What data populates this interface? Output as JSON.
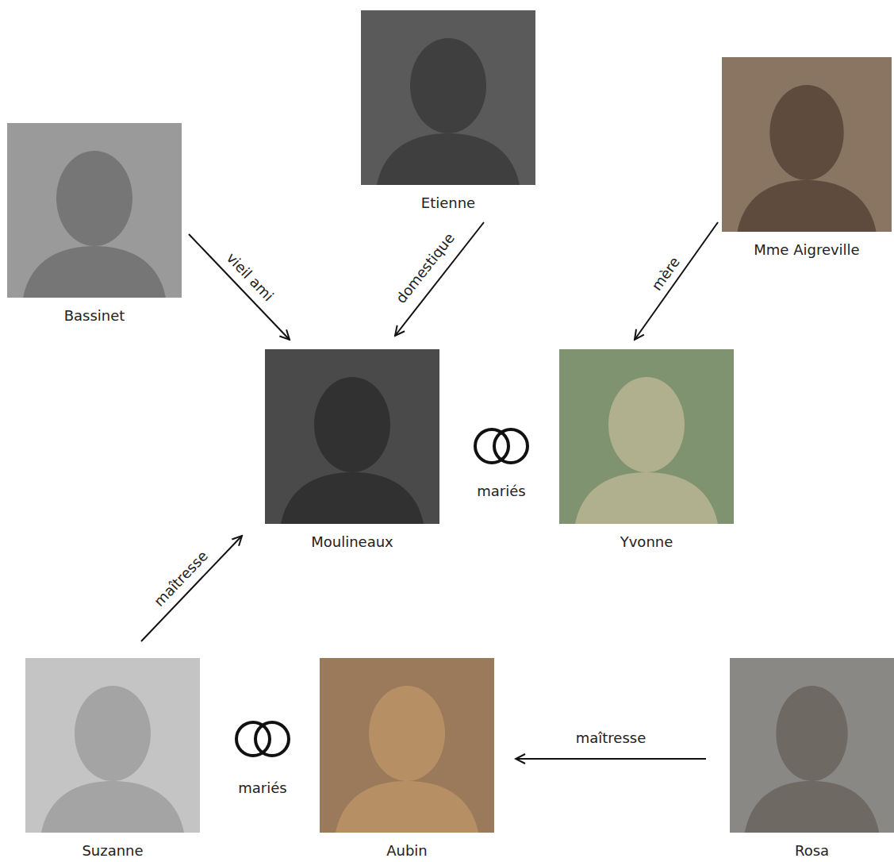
{
  "diagram": {
    "nodes": [
      {
        "text": [
          "Etienne"
        ]
      },
      {
        "text": [
          "Mme Aigreville"
        ]
      },
      {
        "text": [
          "Bassinet"
        ]
      },
      {
        "text": [
          "Moulineaux"
        ]
      },
      {
        "text": [
          "Yvonne"
        ]
      },
      {
        "text": [
          "Suzanne"
        ]
      },
      {
        "text": [
          "Aubin"
        ]
      },
      {
        "text": [
          "Rosa"
        ]
      }
    ],
    "edges": [
      {
        "from": 2,
        "to": 3,
        "label": "vieil ami",
        "arrow": "to"
      },
      {
        "from": 0,
        "to": 3,
        "label": "domestique",
        "arrow": "to"
      },
      {
        "from": 1,
        "to": 4,
        "label": "mère",
        "arrow": "to"
      },
      {
        "from": 5,
        "to": 3,
        "label": "maîtresse",
        "arrow": "to"
      },
      {
        "from": 7,
        "to": 6,
        "label": "maîtresse",
        "arrow": "to"
      }
    ],
    "labels": [
      "mariés",
      "mariés"
    ]
  }
}
